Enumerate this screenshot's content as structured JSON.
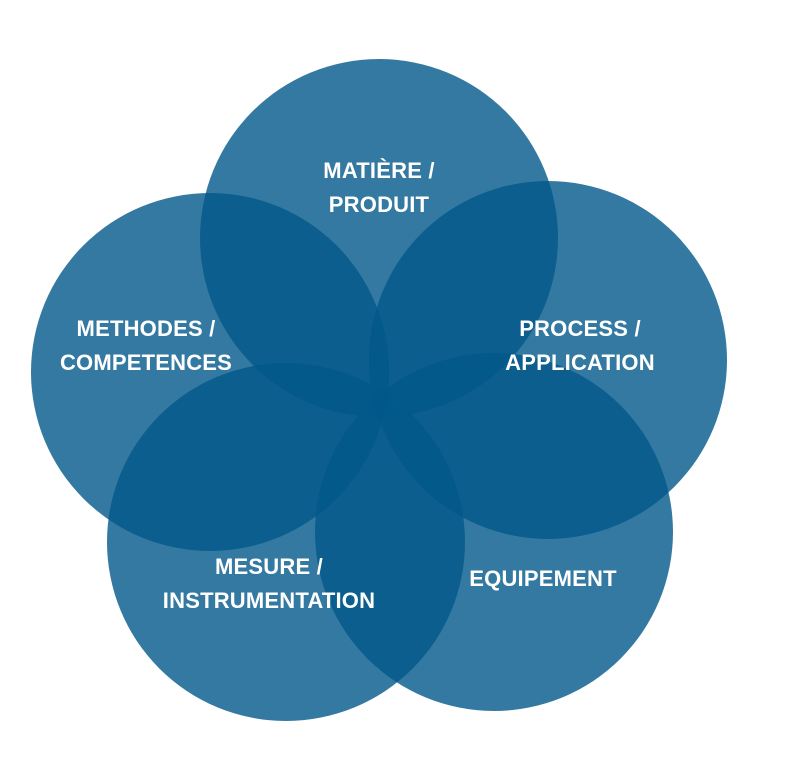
{
  "diagram": {
    "type": "venn-five-circles",
    "colors": {
      "circle_fill": "#015889",
      "text": "#ffffff",
      "background": "#ffffff"
    },
    "segments": [
      {
        "id": "matiere",
        "lines": [
          "MATIÈRE /",
          "PRODUIT"
        ]
      },
      {
        "id": "process",
        "lines": [
          "PROCESS /",
          "APPLICATION"
        ]
      },
      {
        "id": "equipement",
        "lines": [
          "EQUIPEMENT"
        ]
      },
      {
        "id": "mesure",
        "lines": [
          "MESURE /",
          "INSTRUMENTATION"
        ]
      },
      {
        "id": "methodes",
        "lines": [
          "METHODES /",
          "COMPETENCES"
        ]
      }
    ]
  }
}
